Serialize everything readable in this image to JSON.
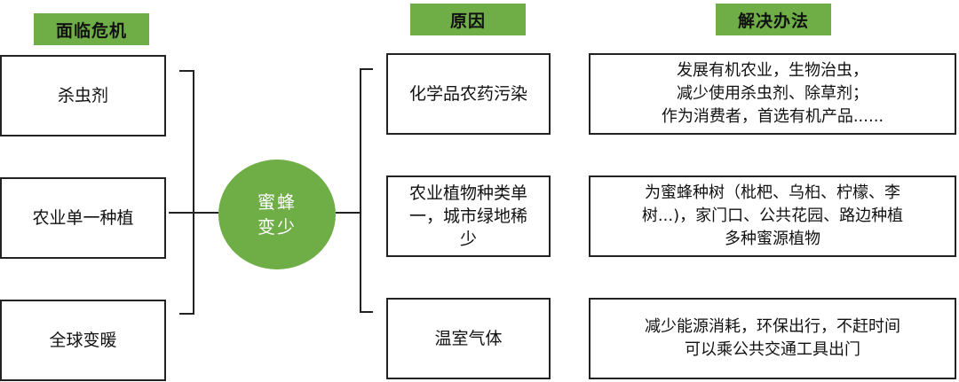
{
  "headers": {
    "crisis": "面临危机",
    "cause": "原因",
    "solution": "解决办法"
  },
  "center": {
    "label": "蜜蜂\n变少"
  },
  "crises": [
    "杀虫剂",
    "农业单一种植",
    "全球变暖"
  ],
  "causes": [
    "化学品农药污染",
    "农业植物种类单\n一，城市绿地稀\n少",
    "温室气体"
  ],
  "solutions": [
    "发展有机农业，生物治虫，\n减少使用杀虫剂、除草剂；\n作为消费者，首选有机产品......",
    "为蜜蜂种树（枇杷、乌桕、柠檬、李\n树...)，家门口、公共花园、路边种植\n多种蜜源植物",
    "减少能源消耗，环保出行，不赶时间\n可以乘公共交通工具出门"
  ],
  "colors": {
    "accent_green": "#6fad47",
    "border": "#222222",
    "line": "#222222"
  }
}
